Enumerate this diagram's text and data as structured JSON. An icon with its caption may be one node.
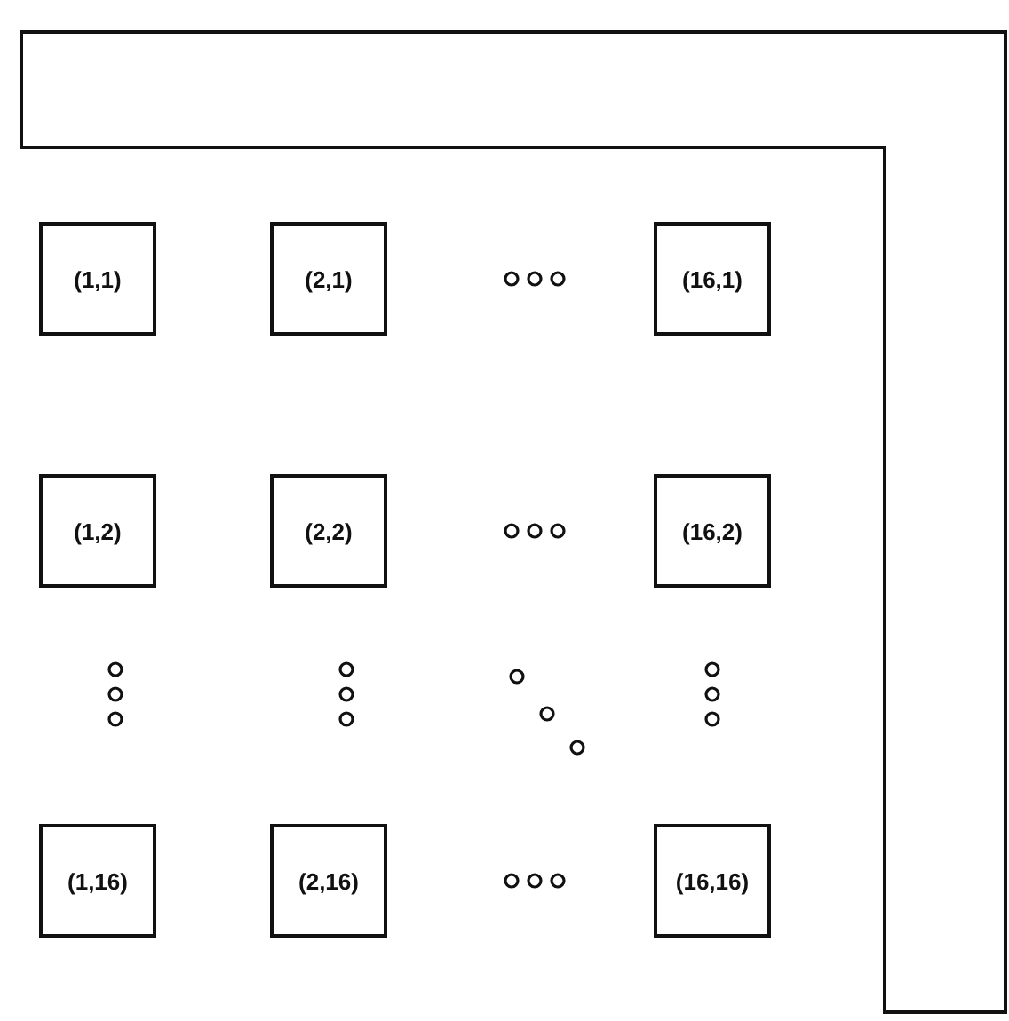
{
  "diagram": {
    "nodes": [
      {
        "text": [
          "(1,1)"
        ]
      },
      {
        "text": [
          "(2,1)"
        ]
      },
      {
        "text": [
          "(16,1)"
        ]
      },
      {
        "text": [
          "(1,2)"
        ]
      },
      {
        "text": [
          "(2,2)"
        ]
      },
      {
        "text": [
          "(16,2)"
        ]
      },
      {
        "text": [
          "(1,16)"
        ]
      },
      {
        "text": [
          "(2,16)"
        ]
      },
      {
        "text": [
          "(16,16)"
        ]
      }
    ]
  }
}
